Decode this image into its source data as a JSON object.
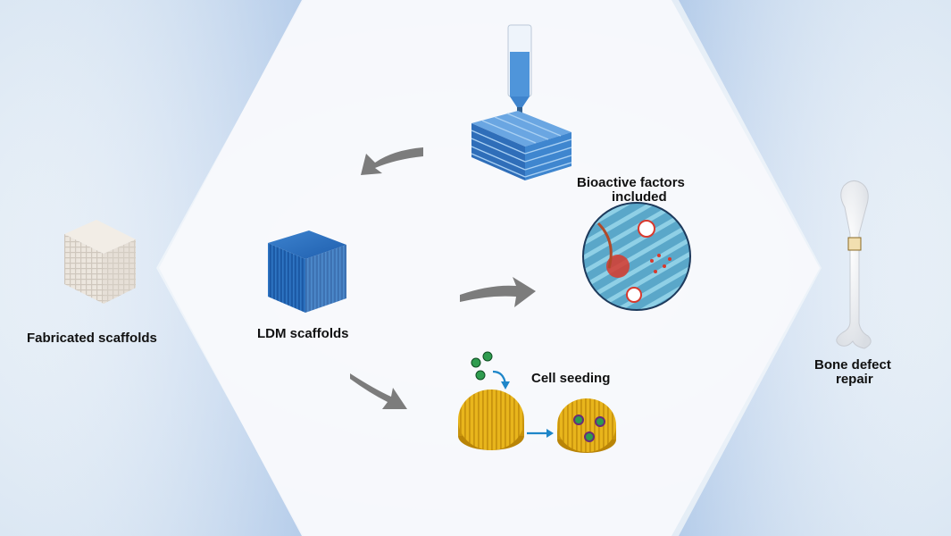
{
  "labels": {
    "fabricated": "Fabricated scaffolds",
    "ldm": "LDM scaffolds",
    "bioactive_line1": "Bioactive factors",
    "bioactive_line2": "included",
    "cell_seeding": "Cell seeding",
    "bone_line1": "Bone defect",
    "bone_line2": "repair"
  },
  "colors": {
    "background": "#e6eef6",
    "hexagon": "#f7f9fc",
    "accent_blue": "#8fb2e0",
    "scaffold_blue": "#1f5fae",
    "lattice_blue": "#3f86cf",
    "gold": "#e8b51c",
    "arrow_gray": "#7c7c7c",
    "small_arrow": "#1e86c9"
  },
  "icons": {
    "syringe": "syringe-icon",
    "lattice": "printed-lattice-icon",
    "white_cube": "white-scaffold-cube-icon",
    "blue_cube": "blue-scaffold-cube-icon",
    "bio_circle": "bioactive-circle-icon",
    "disc": "gold-scaffold-disc-icon",
    "cells": "cell-icon",
    "bone": "femur-bone-icon"
  }
}
